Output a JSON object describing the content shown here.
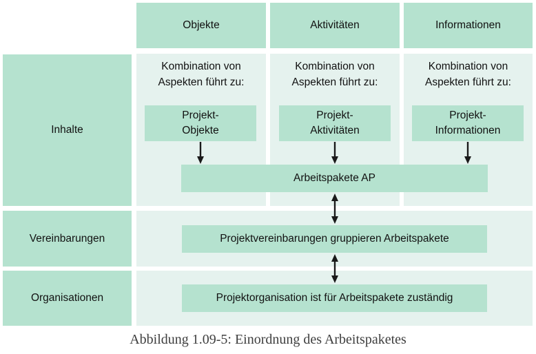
{
  "colors": {
    "box_green": "#b5e2cf",
    "panel_green": "#e5f2ee",
    "text": "#111111",
    "caption_text": "#3e3e3e",
    "arrow": "#1a1a1a"
  },
  "rows": [
    {
      "label": "Inhalte"
    },
    {
      "label": "Vereinbarungen"
    },
    {
      "label": "Organisationen"
    }
  ],
  "columns": [
    {
      "header": "Objekte",
      "note": "Kombination von\nAspekten führt zu:",
      "box": "Projekt-\nObjekte"
    },
    {
      "header": "Aktivitäten",
      "note": "Kombination von\nAspekten führt zu:",
      "box": "Projekt-\nAktivitäten"
    },
    {
      "header": "Informationen",
      "note": "Kombination von\nAspekten führt zu:",
      "box": "Projekt-\nInformationen"
    }
  ],
  "work_packages": {
    "label": "Arbeitspakete AP"
  },
  "agreements": {
    "label": "Projektvereinbarungen gruppieren Arbeitspakete"
  },
  "organisation": {
    "label": "Projektorganisation ist für Arbeitspakete zuständig"
  },
  "caption": "Abbildung 1.09-5: Einordnung des Arbeitspaketes"
}
